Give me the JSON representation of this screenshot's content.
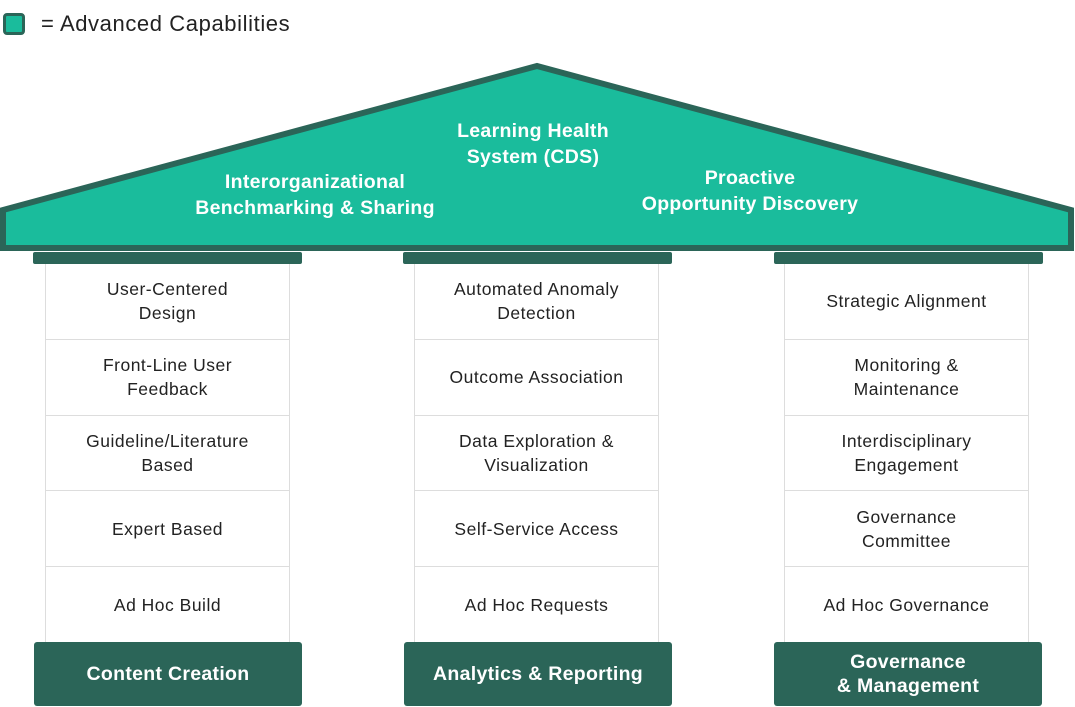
{
  "legend": {
    "label": "= Advanced Capabilities",
    "swatch_color": "#1abc9c",
    "swatch_border_color": "#2b6558"
  },
  "roof": {
    "fill_color": "#1abc9c",
    "border_color": "#2b6558",
    "labels": {
      "center": "Learning Health\nSystem (CDS)",
      "left": "Interorganizational\nBenchmarking & Sharing",
      "right": "Proactive\nOpportunity Discovery"
    }
  },
  "pillars": [
    {
      "title": "Content Creation",
      "items": [
        "User-Centered\nDesign",
        "Front-Line User\nFeedback",
        "Guideline/Literature\nBased",
        "Expert Based",
        "Ad Hoc Build"
      ]
    },
    {
      "title": "Analytics & Reporting",
      "items": [
        "Automated Anomaly\nDetection",
        "Outcome Association",
        "Data Exploration &\nVisualization",
        "Self-Service Access",
        "Ad Hoc Requests"
      ]
    },
    {
      "title": "Governance\n& Management",
      "items": [
        "Strategic Alignment",
        "Monitoring &\nMaintenance",
        "Interdisciplinary\nEngagement",
        "Governance\nCommittee",
        "Ad Hoc Governance"
      ]
    }
  ],
  "colors": {
    "dark_teal": "#2b6558",
    "teal": "#1abc9c",
    "cell_border": "#dddddd",
    "text": "#222222"
  }
}
